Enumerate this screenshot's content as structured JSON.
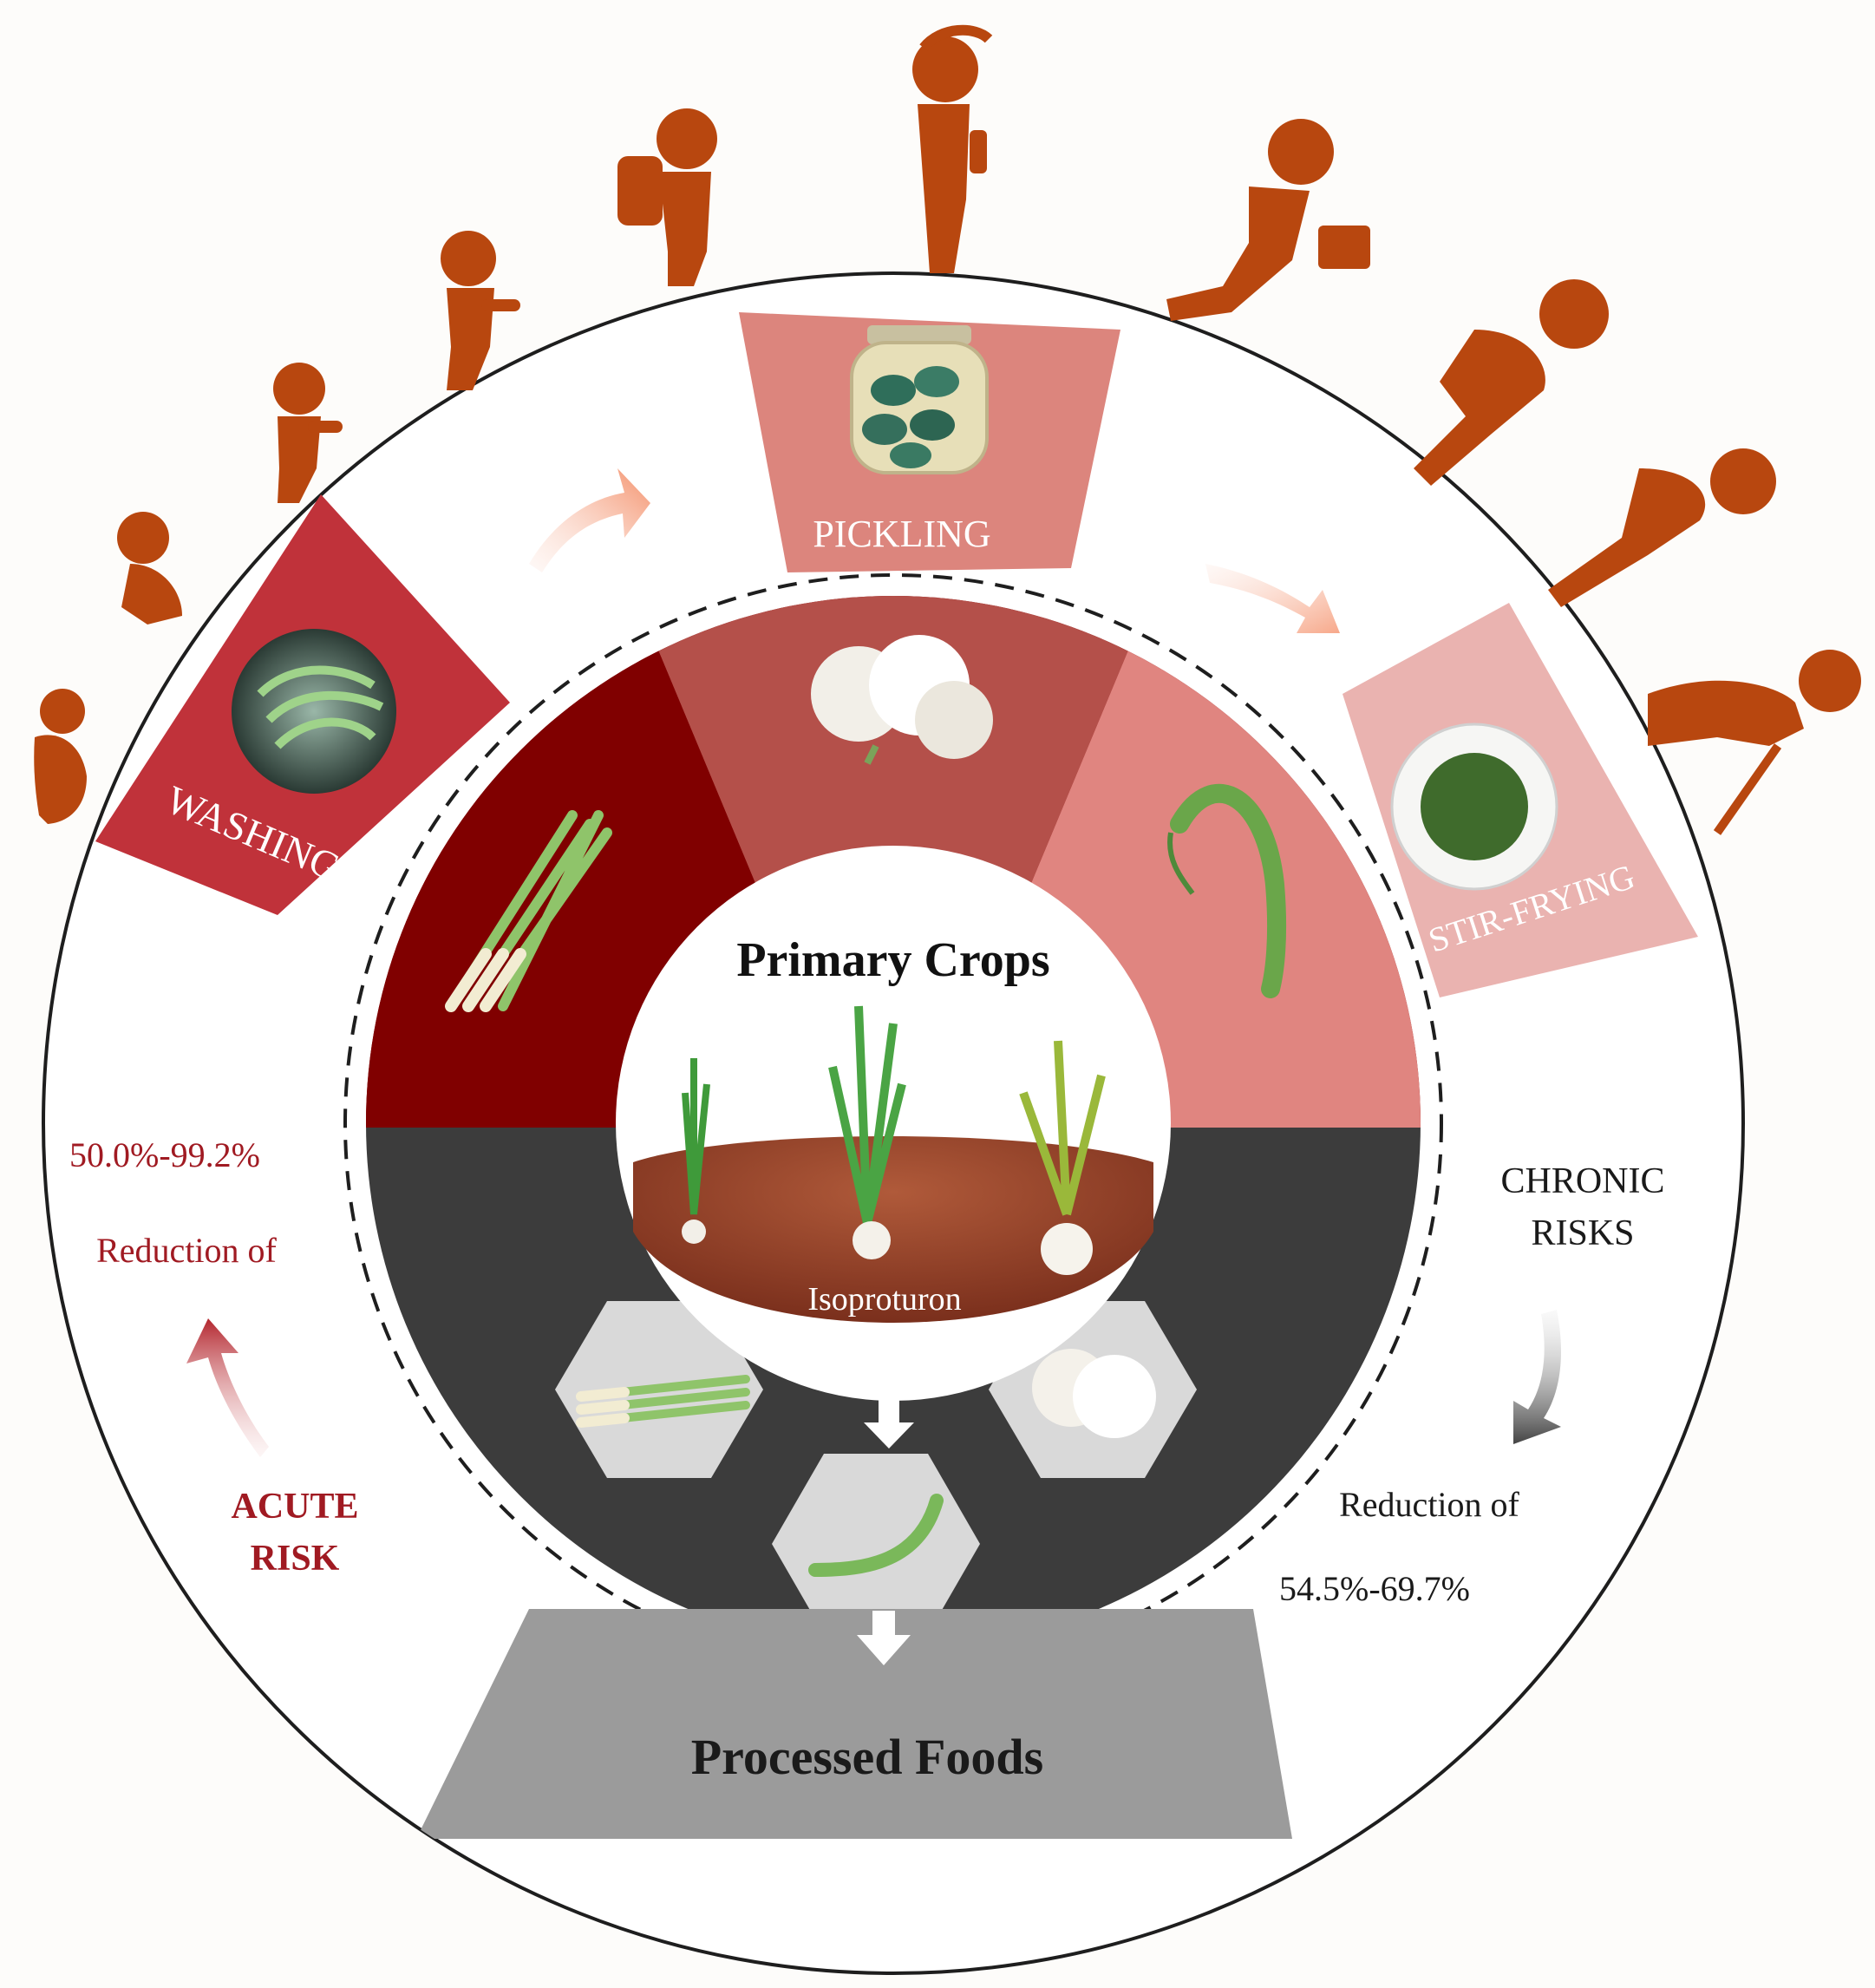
{
  "center": {
    "title": "Primary Crops",
    "chemical": "Isoproturon"
  },
  "bottom_label": "Processed Foods",
  "processes": [
    {
      "id": "washing",
      "label": "WASHING",
      "color": "#c0323a"
    },
    {
      "id": "pickling",
      "label": "PICKLING",
      "color": "#dc857d"
    },
    {
      "id": "stir_frying",
      "label": "STIR-FRYING",
      "color": "#eab3b0"
    }
  ],
  "inner_sectors": [
    {
      "id": "scallion",
      "color": "#800000"
    },
    {
      "id": "garlic",
      "color": "#b4504a"
    },
    {
      "id": "garlic_sprout",
      "color": "#e08580"
    }
  ],
  "processed_items": [
    "scallion",
    "garlic-sprout",
    "garlic"
  ],
  "acute": {
    "range": "50.0%-99.2%",
    "reduction": "Reduction of",
    "label_line1": "ACUTE",
    "label_line2": "RISK"
  },
  "chronic": {
    "label_line1": "CHRONIC",
    "label_line2": "RISKS",
    "reduction": "Reduction of",
    "range": "54.5%-69.7%"
  },
  "life_stages": [
    "infant",
    "toddler",
    "young-child",
    "child",
    "schoolchild",
    "teenager",
    "adult",
    "middle-aged",
    "senior",
    "elderly"
  ],
  "colors": {
    "human": "#b8470f",
    "dark_band": "#3c3c3c",
    "processed_band": "#9b9b9b",
    "acute_text": "#a01a22"
  }
}
